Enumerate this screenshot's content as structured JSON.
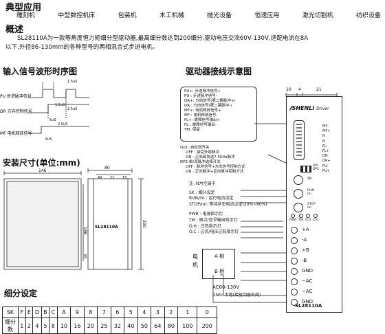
{
  "headings": {
    "applications": "典型应用",
    "overview": "概述",
    "timing": "输入信号波形时序图",
    "wiring": "驱动器接线示意图",
    "dimensions": "安装尺寸(单位:mm)",
    "subdivision": "细分设定"
  },
  "applications": [
    "雕刻机",
    "中型数控机床",
    "包装机",
    "木工机械",
    "抛光设备",
    "恒速应用",
    "激光切割机",
    "纺织设备"
  ],
  "overview_lines": [
    "SL28110A为一款等角度恒力矩细分型驱动器,最高细分数达到200细分,驱动电压交流60V-130V,适配电流在8A",
    "以下,外径86-130mm的各种型号的两相混合式步进电机。"
  ],
  "timing": {
    "signals": [
      "PU 步进脉冲信号",
      "DR 方向控制信号",
      "MF 电机释放信号"
    ],
    "labels": [
      "1.5uS",
      "1.5uS",
      "2.5uS",
      "5uS",
      "2.5uS",
      "5uS"
    ]
  },
  "legend": [
    "PU+: 步进脉冲信号+",
    "PU-: 步进脉冲信号-",
    "DR+: 方向信号(第二路脉冲+)",
    "DR-: 方向信号(第二路脉冲-)",
    "MF+: 电机释放信号+",
    "MF-: 电机释放信号-",
    "FL+: 故障信号输出+",
    "FL-: 故障信号输出-",
    "TM: 保留"
  ],
  "dip": {
    "dp1_title": "Dp1: 自检测开关",
    "dp1_off": "OFF : 接受外部脉冲",
    "dp1_on": "ON  : 正向部发送7.5KHz脉冲",
    "dp2_title": "DP2:单/双脉冲选择开关",
    "dp2_off": "OFF : 脉冲信号+方向信号控制方式",
    "dp2_on": "ON  : 正向脉冲+反向脉冲控制方式"
  },
  "notes": {
    "n_note": "注: N为空端子",
    "sk": "SK        : 细分设定",
    "run": "RUN/Im : 运行电流设定",
    "stop": "STOP/Im: 等待状态电流设定(20%~80%)",
    "pwr": "PWR  : 电源指示灯",
    "tm": "TM   : 原点/信号输出指示灯",
    "oh": "O.H  : 过热指示灯",
    "oc": "O.C  : 过流/电压过低指示灯"
  },
  "motor": {
    "label": "电机",
    "phase_a": "A 相",
    "phase_b": "B 相"
  },
  "power": {
    "ac": "AC60-130V",
    "gnd": "GND: 大地(接驱动器外壳)"
  },
  "driver": {
    "brand": "SHENLI",
    "brand_suffix": "Driver",
    "model": "SL28110A",
    "dims_top": [
      "10",
      "4",
      "21"
    ],
    "side_pins": [
      "MF-",
      "MF+",
      "N",
      "N",
      "FL-",
      "FL+",
      "DR-",
      "DR+",
      "PU-",
      "PU+"
    ],
    "dp": [
      "DP1",
      "DP2"
    ],
    "sk": "SK",
    "run": "RUN",
    "run_sub": "Im",
    "stop": "STOP",
    "stop_sub": "Im",
    "leds": [
      "PWR",
      "TM",
      "O.H",
      "O.C"
    ],
    "terminals": [
      "+A",
      "-A",
      "+B",
      "-B",
      "GND",
      "~AC",
      "~AC",
      "GND"
    ]
  },
  "dimensions": {
    "front_width": "146",
    "side_top_width": "80",
    "side_sub": [
      "40",
      "21",
      "15"
    ],
    "height_left": "186",
    "height_right": "200",
    "inner_h": "65",
    "side_model": "SL28110A"
  },
  "subdivision_table": {
    "row1_header": "SK",
    "row1": [
      "F",
      "E",
      "D",
      "B",
      "C",
      "A",
      "9",
      "8",
      "7",
      "6",
      "5",
      "4",
      "3",
      "2",
      "1",
      "0"
    ],
    "row2_header": "细分数",
    "row2": [
      "1",
      "2",
      "4",
      "5",
      "8",
      "10",
      "16",
      "20",
      "25",
      "32",
      "40",
      "50",
      "64",
      "80",
      "100",
      "200"
    ]
  }
}
